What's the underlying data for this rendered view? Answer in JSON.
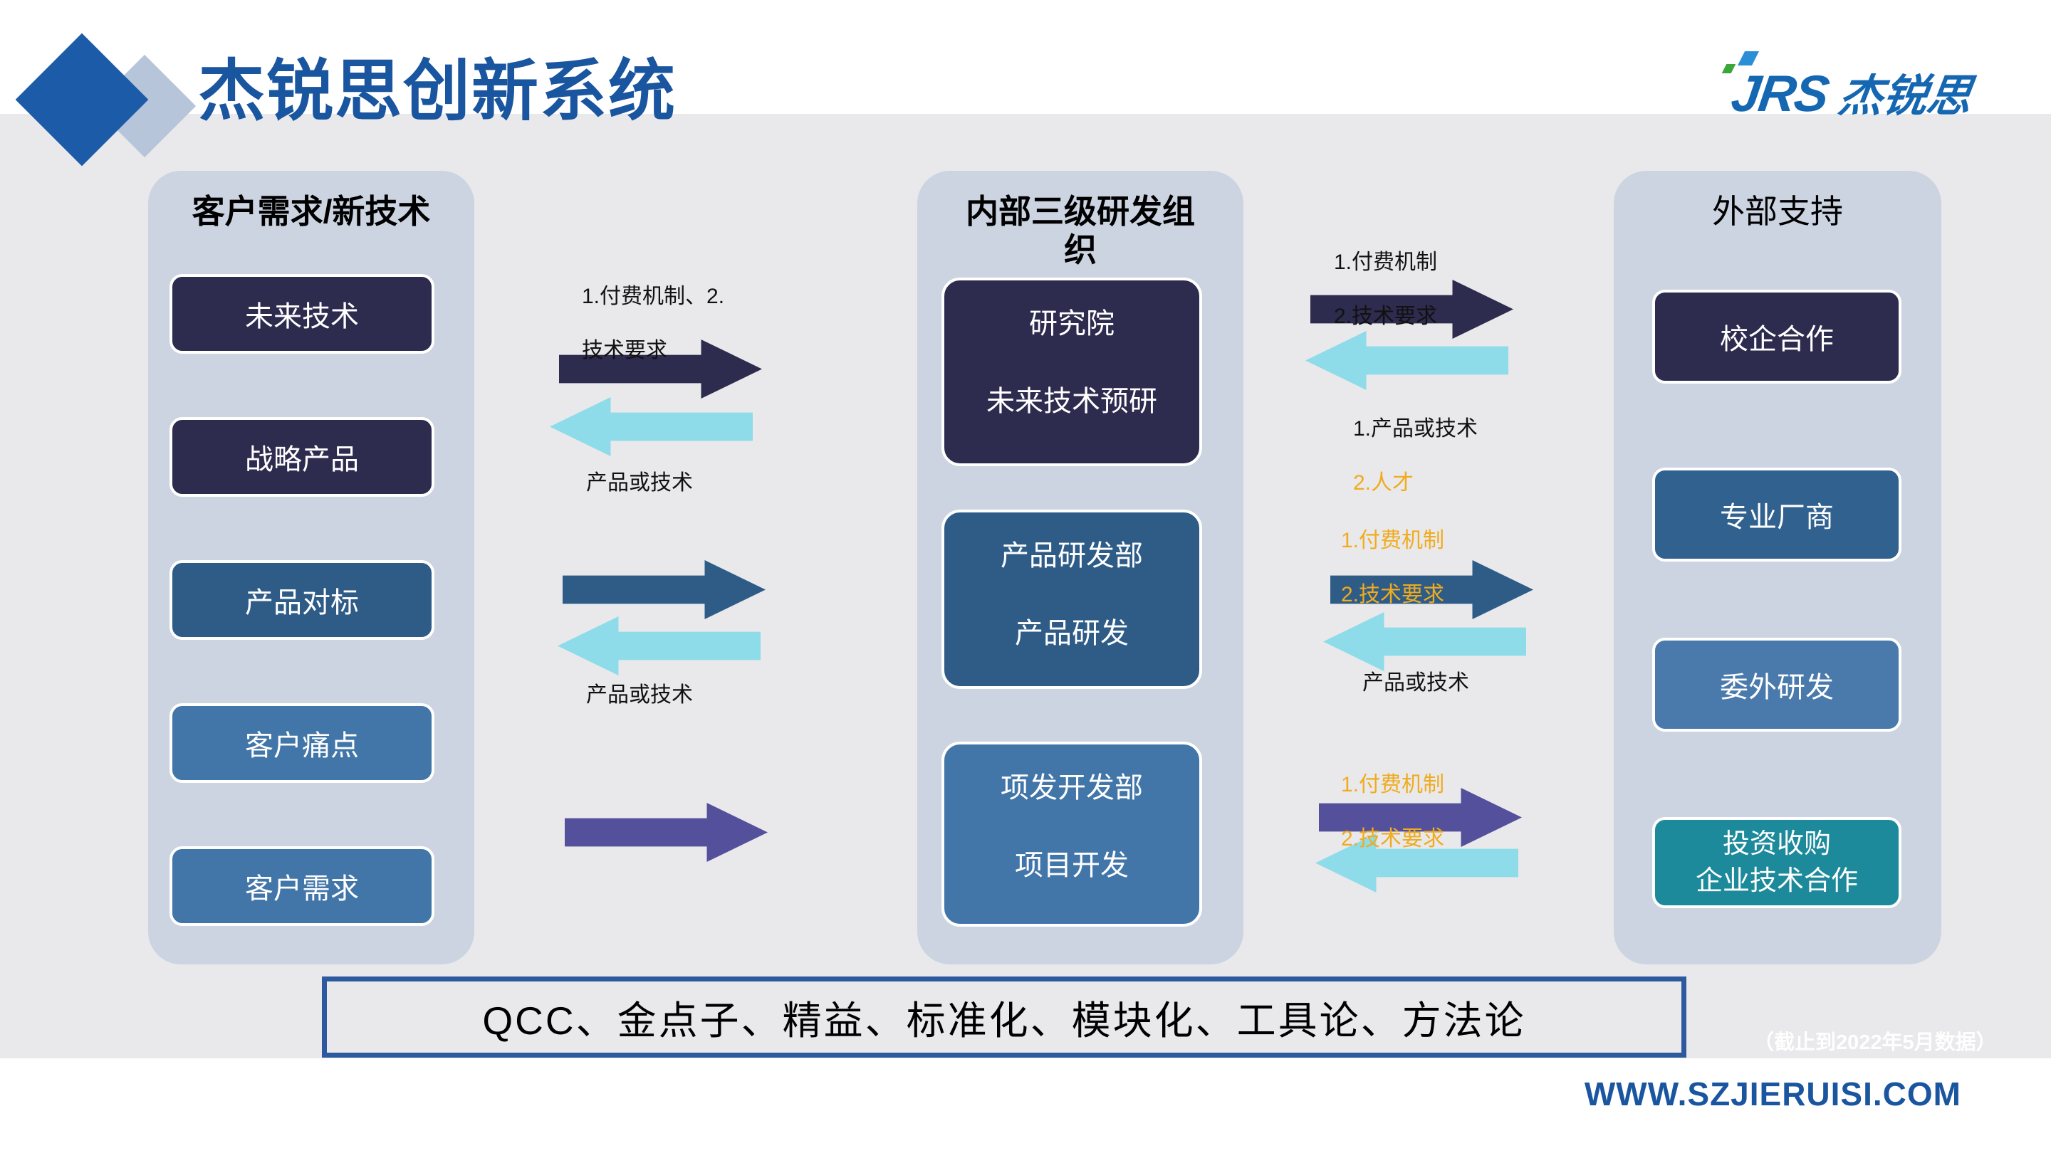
{
  "slide": {
    "title": "杰锐思创新系统",
    "logo": {
      "jrs": "JRS",
      "name": "杰锐思"
    },
    "bottom_banner": "QCC、金点子、精益、标准化、模块化、工具论、方法论",
    "footer": {
      "note": "（截止到2022年5月数据）",
      "website": "WWW.SZJIERUISI.COM"
    }
  },
  "columns": {
    "left": {
      "title": "客户需求/新技术",
      "boxes": [
        {
          "label": "未来技术"
        },
        {
          "label": "战略产品"
        },
        {
          "label": "产品对标"
        },
        {
          "label": "客户痛点"
        },
        {
          "label": "客户需求"
        }
      ]
    },
    "middle": {
      "title": "内部三级研发组织",
      "boxes": [
        {
          "line1": "研究院",
          "line2": "未来技术预研"
        },
        {
          "line1": "产品研发部",
          "line2": "产品研发"
        },
        {
          "line1": "项发开发部",
          "line2": "项目开发"
        }
      ]
    },
    "right": {
      "title": "外部支持",
      "boxes": [
        {
          "label": "校企合作"
        },
        {
          "label": "专业厂商"
        },
        {
          "label": "委外研发"
        },
        {
          "line1": "投资收购",
          "line2": "企业技术合作"
        }
      ]
    }
  },
  "flows": {
    "left_group": [
      {
        "top_line1": "1.付费机制、2.",
        "top_line2": "技术要求",
        "bottom": "产品或技术"
      },
      {
        "bottom": "产品或技术"
      },
      {}
    ],
    "right_group": [
      {
        "top_line1": "1.付费机制",
        "top_line2": "2.技术要求",
        "bottom_line1": "1.产品或技术",
        "bottom_line2": "2.人才"
      },
      {
        "top_line1": "1.付费机制",
        "top_line2": "2.技术要求",
        "bottom": "产品或技术"
      },
      {
        "top_line1": "1.付费机制",
        "top_line2": "2.技术要求"
      }
    ]
  },
  "colors": {
    "accent_blue": "#1a55a0",
    "navy": "#2d2b4e",
    "steel": "#2e5c87",
    "steel_dark": "#31618e",
    "blue": "#4276a9",
    "blue_light": "#4a7aab",
    "teal": "#1d8a9b",
    "cyan": "#8edce9",
    "purple": "#54509b",
    "orange": "#f0ab1e",
    "column_bg": "#ccd3e1",
    "page_bg": "#e9e9eb",
    "banner_border": "#2d5a9e",
    "logo_blue": "#1567b2"
  }
}
